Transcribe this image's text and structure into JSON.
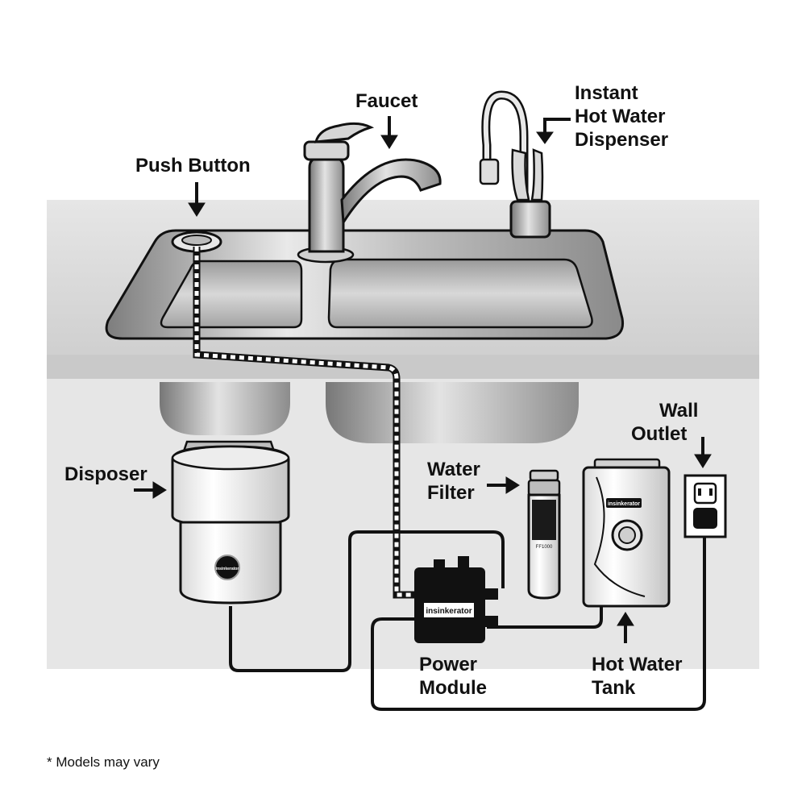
{
  "labels": {
    "push_button": "Push Button",
    "faucet": "Faucet",
    "instant_hot_line1": "Instant",
    "instant_hot_line2": "Hot Water",
    "instant_hot_line3": "Dispenser",
    "disposer": "Disposer",
    "water_filter_line1": "Water",
    "water_filter_line2": "Filter",
    "wall_outlet_line1": "Wall",
    "wall_outlet_line2": "Outlet",
    "power_module_line1": "Power",
    "power_module_line2": "Module",
    "hot_water_tank_line1": "Hot Water",
    "hot_water_tank_line2": "Tank"
  },
  "brand": {
    "logo_text": "insinkerator",
    "colors": {
      "brand_bg": "#111111",
      "brand_text": "#ffffff"
    }
  },
  "footnote": "* Models may vary",
  "icons": [
    "down-arrow-icon",
    "left-arrow-icon",
    "right-arrow-icon",
    "up-arrow-icon",
    "outlet-icon",
    "brand-logo"
  ],
  "colors": {
    "line": "#111111",
    "counter": "#d7d7d7",
    "cabinet": "#e3e3e3",
    "steel_dark": "#8a8a8a",
    "steel_light": "#f2f2f2"
  }
}
